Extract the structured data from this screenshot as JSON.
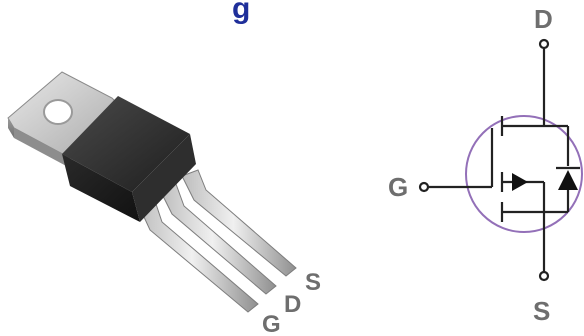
{
  "header": {
    "title_fragment": "g"
  },
  "package": {
    "name": "to-220-package",
    "pin_labels": [
      "G",
      "D",
      "S"
    ]
  },
  "symbol": {
    "terminals": {
      "drain": "D",
      "gate": "G",
      "source": "S"
    }
  },
  "colors": {
    "circle": "#9370b8",
    "wire": "#222222",
    "label": "#6e6e6e",
    "title": "#1f2f9a"
  }
}
